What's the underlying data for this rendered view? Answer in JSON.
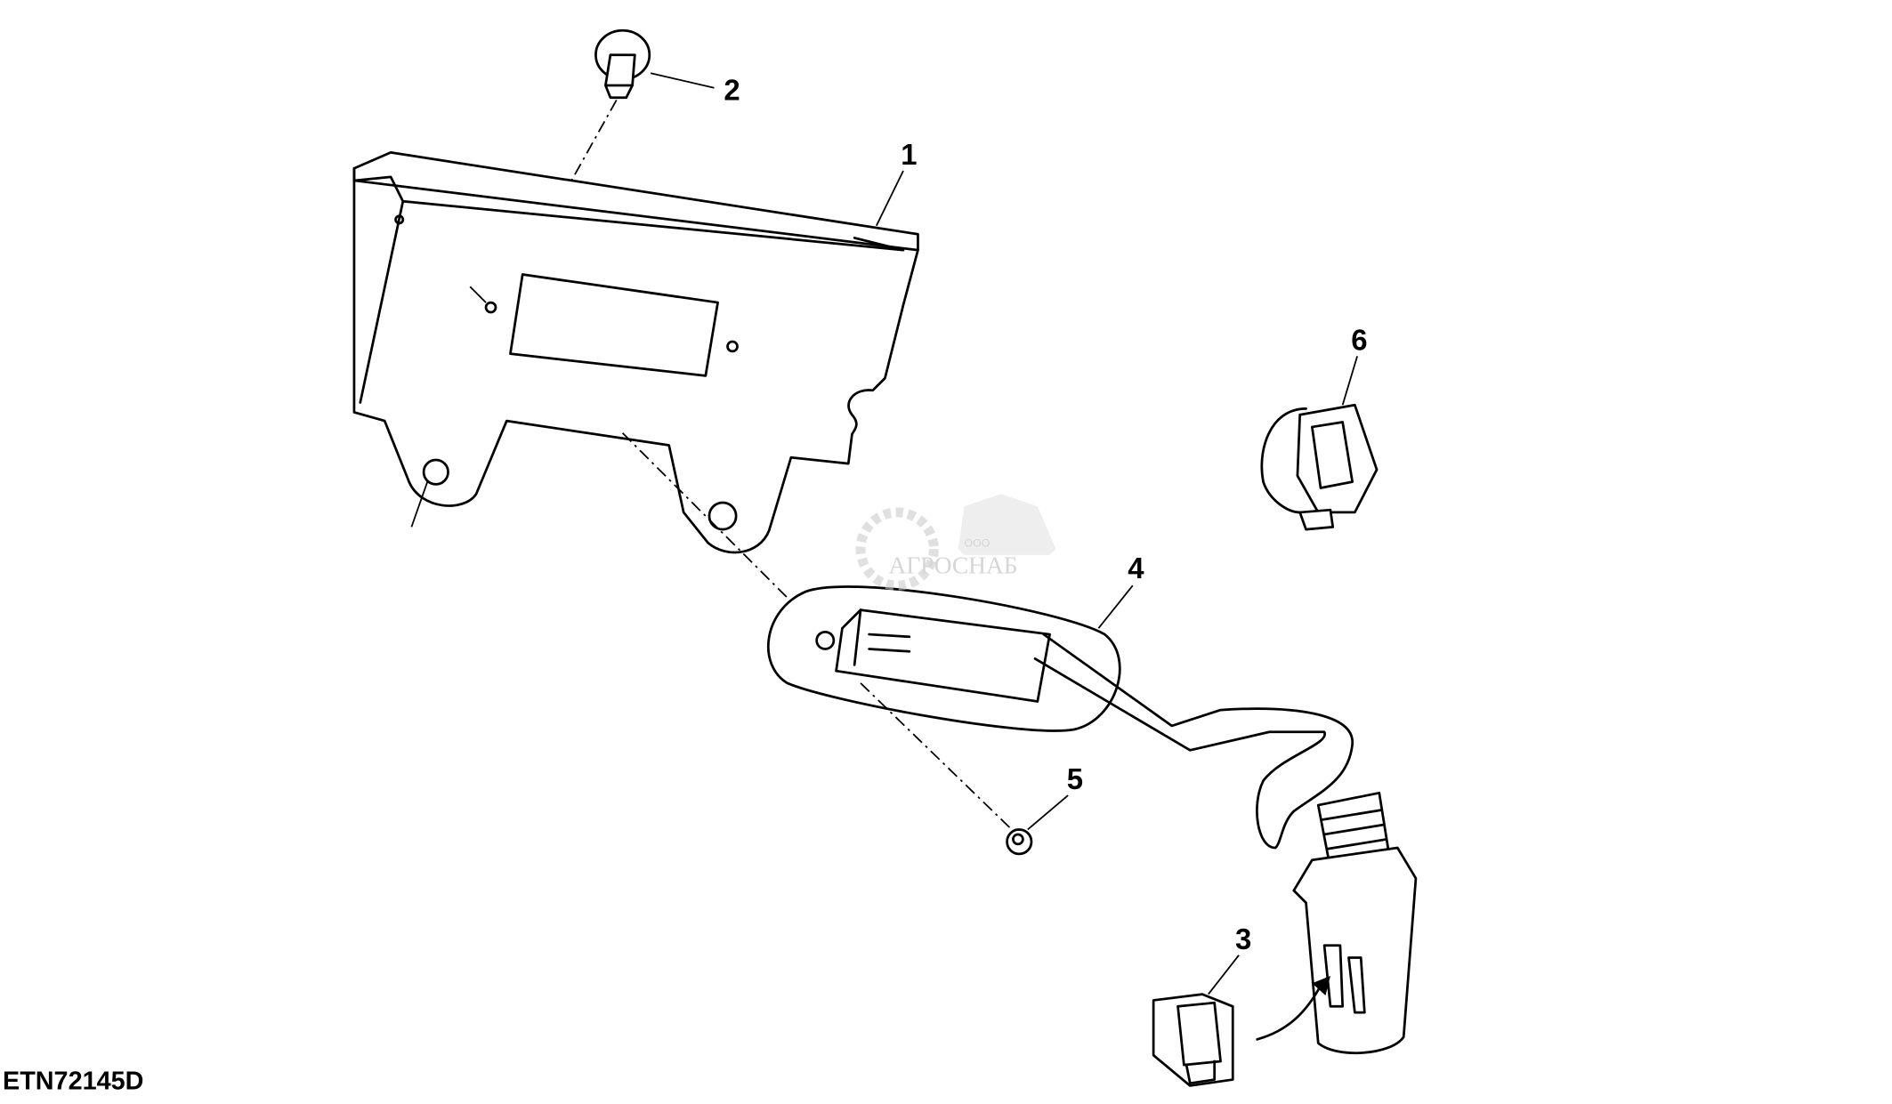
{
  "figure": {
    "id_label": "ETN72145D",
    "callouts": [
      "1",
      "2",
      "3",
      "4",
      "5",
      "6"
    ],
    "watermark": {
      "prefix": "ООО",
      "name": "АГРОСНАБ"
    },
    "colors": {
      "line": "#000000",
      "background": "#ffffff",
      "watermark": "#bbbbbb"
    }
  }
}
